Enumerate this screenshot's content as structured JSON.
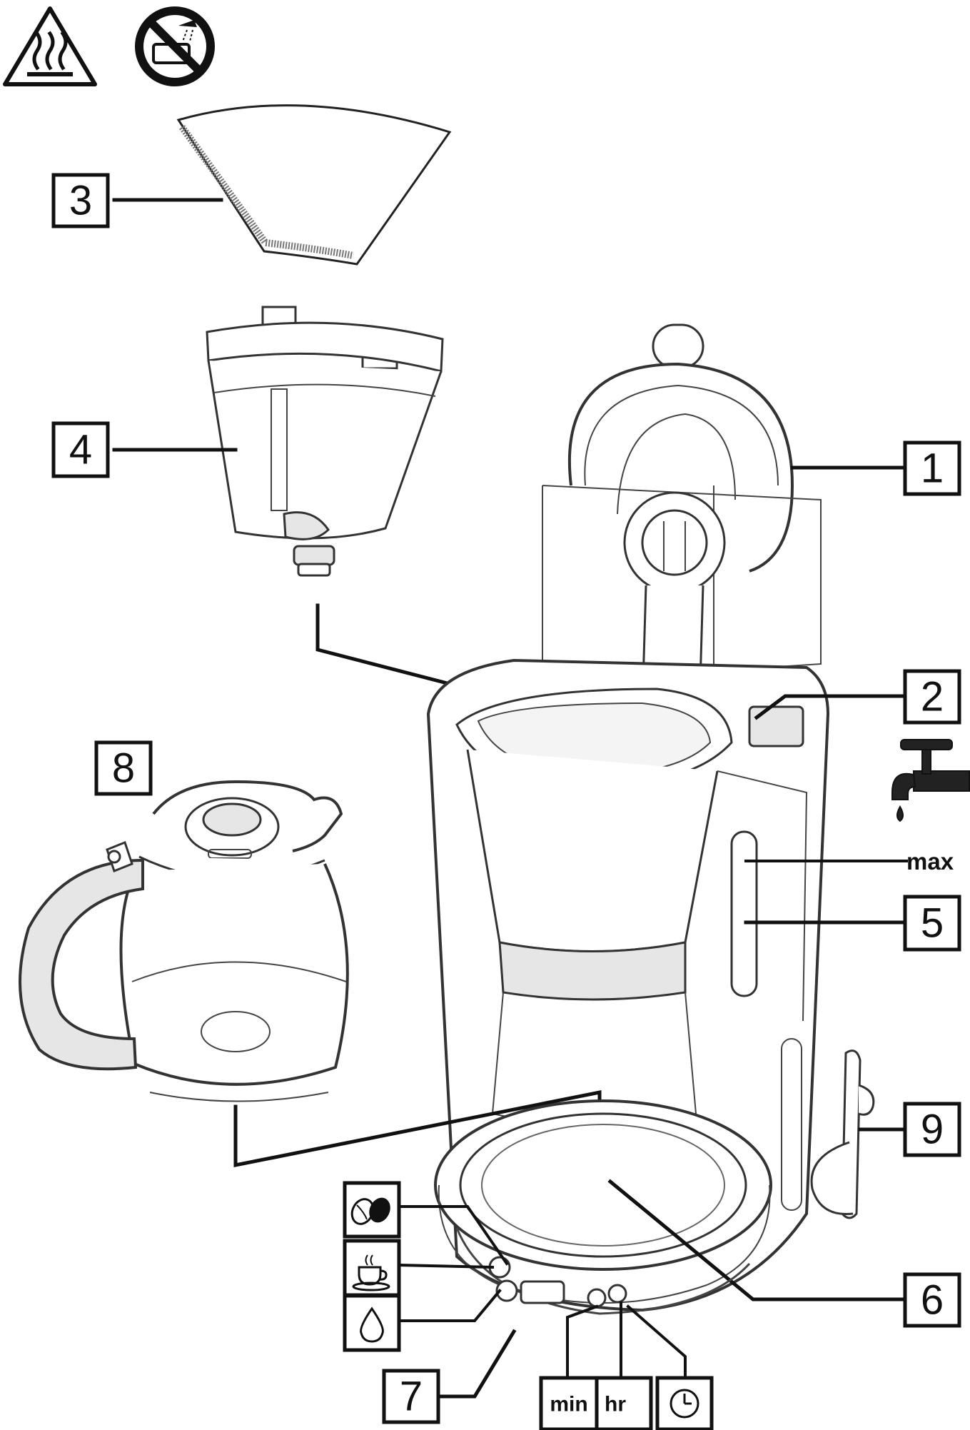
{
  "callouts": {
    "c1": "1",
    "c2": "2",
    "c3": "3",
    "c4": "4",
    "c5": "5",
    "c6": "6",
    "c7": "7",
    "c8": "8",
    "c9": "9"
  },
  "labels": {
    "max": "max",
    "min": "min",
    "hr": "hr"
  },
  "icons": {
    "warning": "hot-surface-warning-icon",
    "no_immerse": "do-not-immerse-icon",
    "tap": "water-tap-icon",
    "beans": "coffee-beans-icon",
    "cup": "coffee-cup-icon",
    "drop": "water-drop-icon",
    "clock": "clock-icon"
  }
}
